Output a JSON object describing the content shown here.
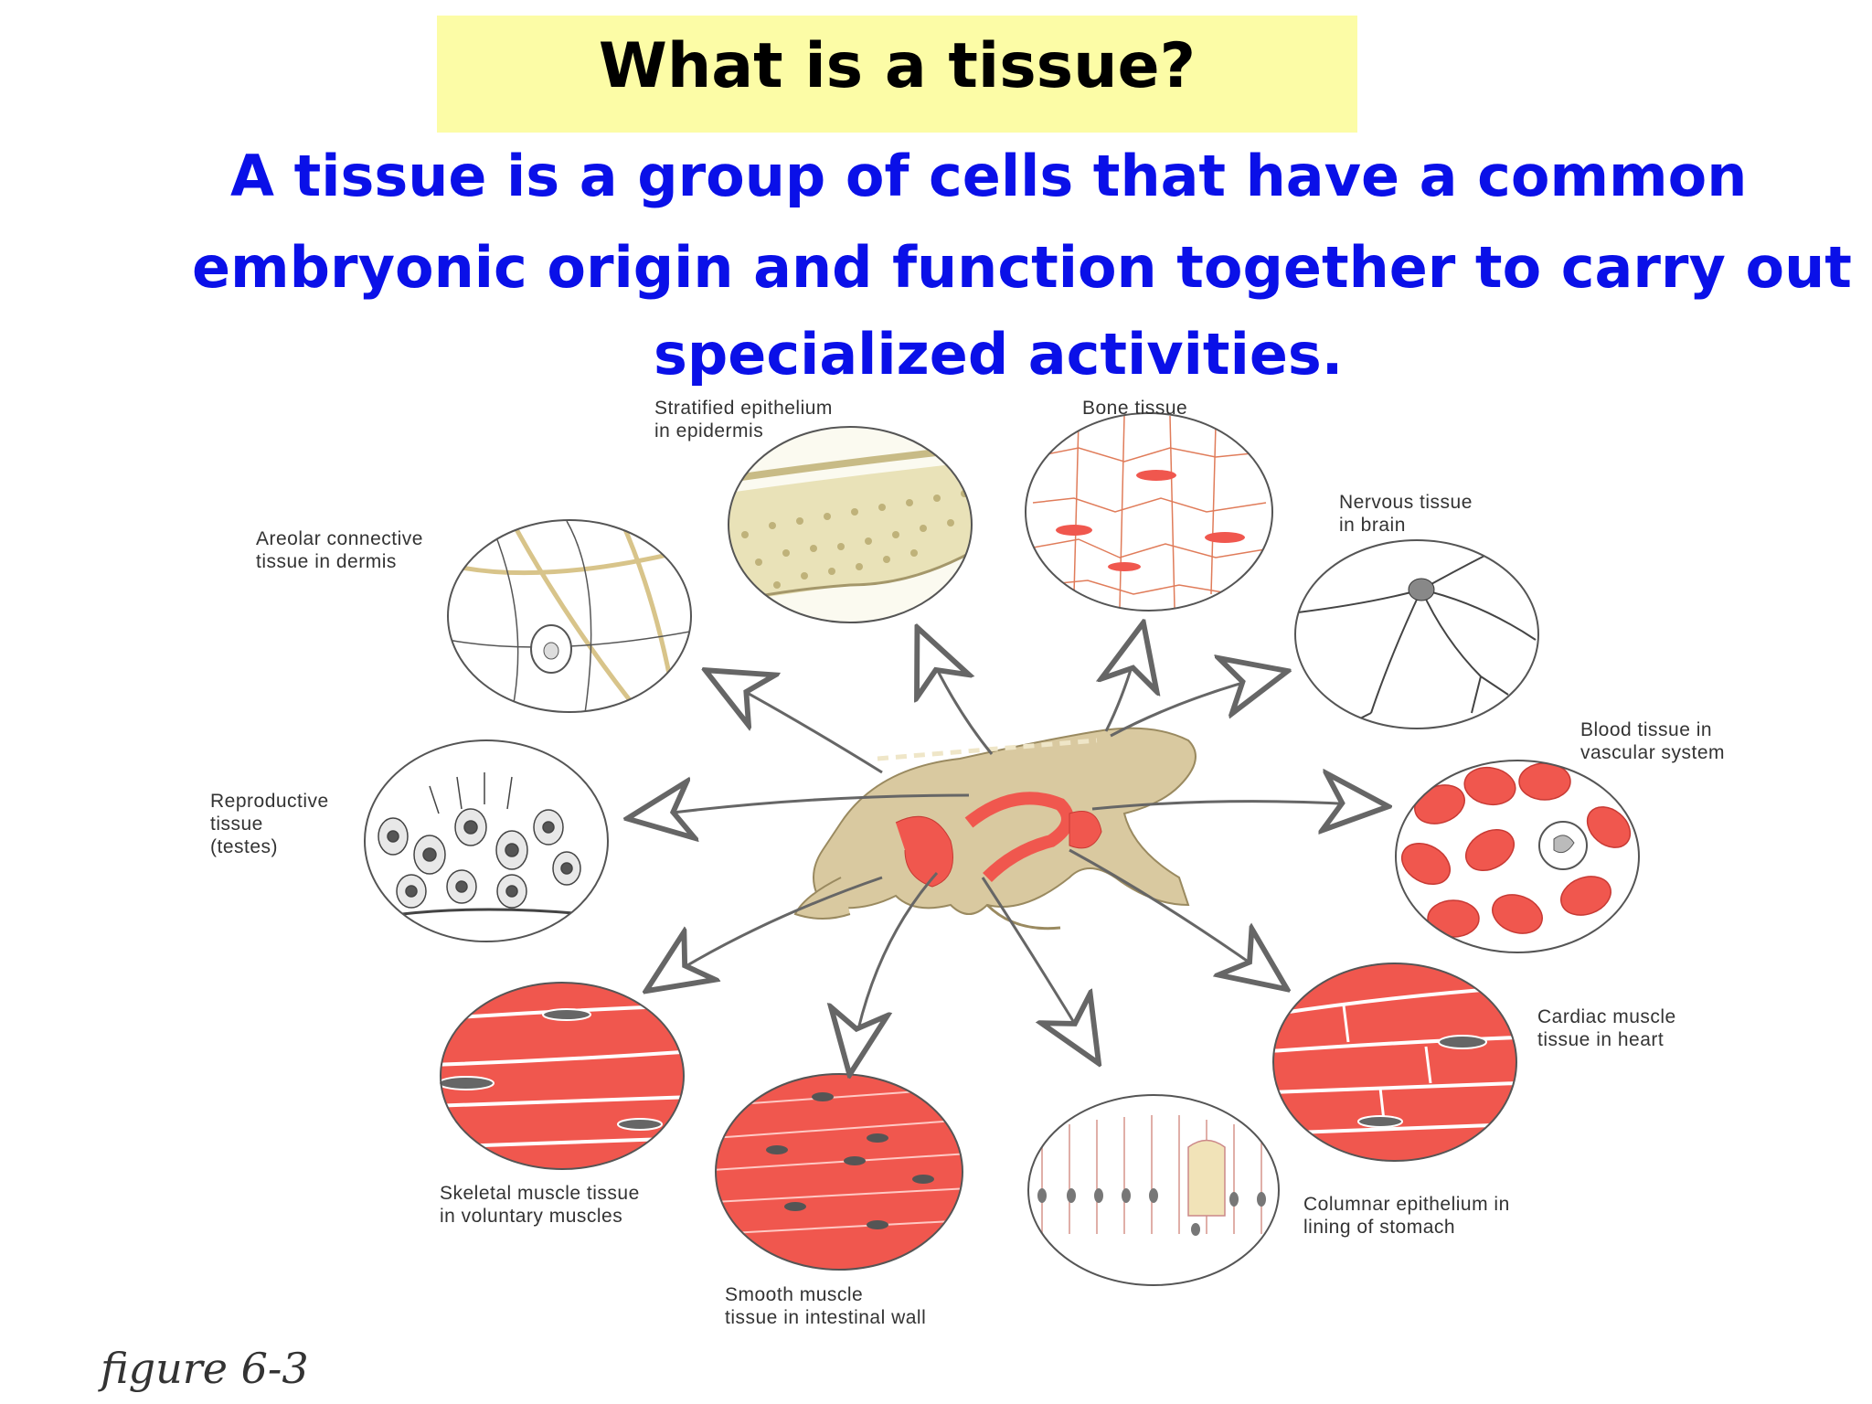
{
  "title": "What is a tissue?",
  "definition": {
    "line1": "A tissue is a group of cells that have a common",
    "line2": "embryonic origin and function together to carry out",
    "line3": "specialized activities."
  },
  "labels": {
    "stratified": "Stratified epithelium\nin epidermis",
    "bone": "Bone tissue",
    "areolar": "Areolar connective\ntissue in dermis",
    "nervous": "Nervous tissue\nin brain",
    "blood": "Blood tissue in\nvascular system",
    "reproductive": "Reproductive\ntissue\n(testes)",
    "cardiac": "Cardiac muscle\ntissue in heart",
    "skeletal": "Skeletal muscle tissue\nin voluntary muscles",
    "columnar": "Columnar epithelium in\nlining of stomach",
    "smooth": "Smooth muscle\ntissue in intestinal wall"
  },
  "caption": "figure 6-3",
  "colors": {
    "title_bg": "#fcfca6",
    "definition_text": "#0a10e8",
    "muscle": "#f0574e",
    "epithelium": "#e9e2b8",
    "frog_body": "#d9c9a0"
  }
}
